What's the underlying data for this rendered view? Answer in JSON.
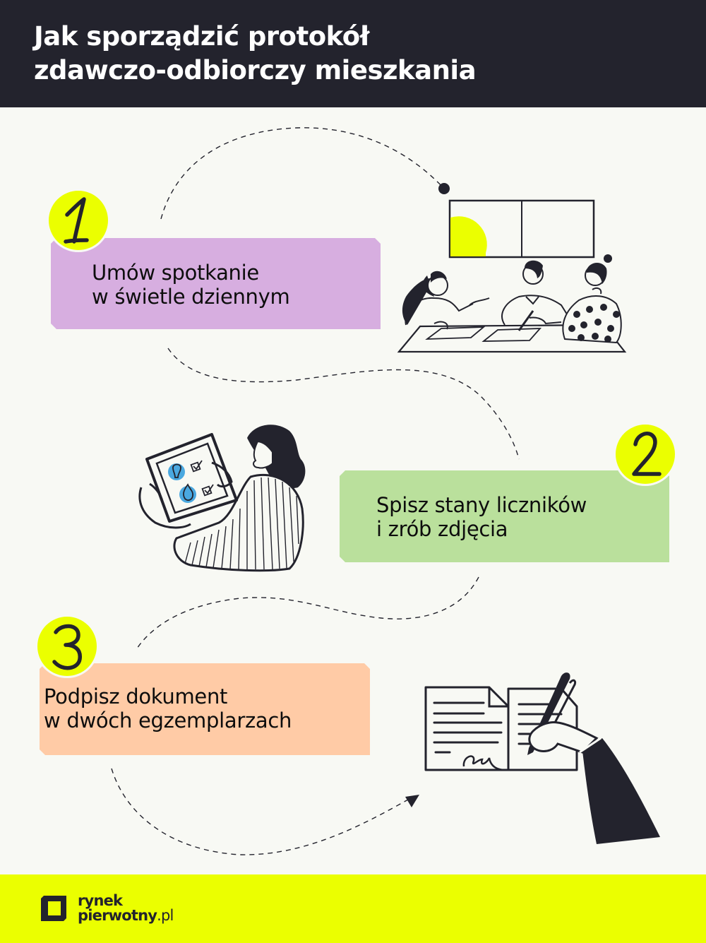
{
  "header": {
    "title_line1": "Jak sporządzić protokół",
    "title_line2": "zdawczo-odbiorczy mieszkania"
  },
  "steps": [
    {
      "number": "1",
      "line1": "Umów spotkanie",
      "line2": "w świetle dziennym",
      "card_color": "#d7aee0",
      "illustration": "meeting-at-table-illustration"
    },
    {
      "number": "2",
      "line1": "Spisz stany liczników",
      "line2": "i zrób zdjęcia",
      "card_color": "#bae09c",
      "illustration": "woman-with-tablet-checklist-illustration"
    },
    {
      "number": "3",
      "line1": "Podpisz dokument",
      "line2": "w dwóch egzemplarzach",
      "card_color": "#ffcba6",
      "illustration": "hand-signing-document-illustration"
    }
  ],
  "footer": {
    "logo_line1": "rynek",
    "logo_line2": "pierwotny",
    "logo_tld": ".pl"
  },
  "colors": {
    "header_bg": "#23232d",
    "page_bg": "#f8f9f4",
    "accent_yellow": "#ebff00",
    "ink": "#23232d",
    "icon_blue": "#4aa8e0"
  }
}
